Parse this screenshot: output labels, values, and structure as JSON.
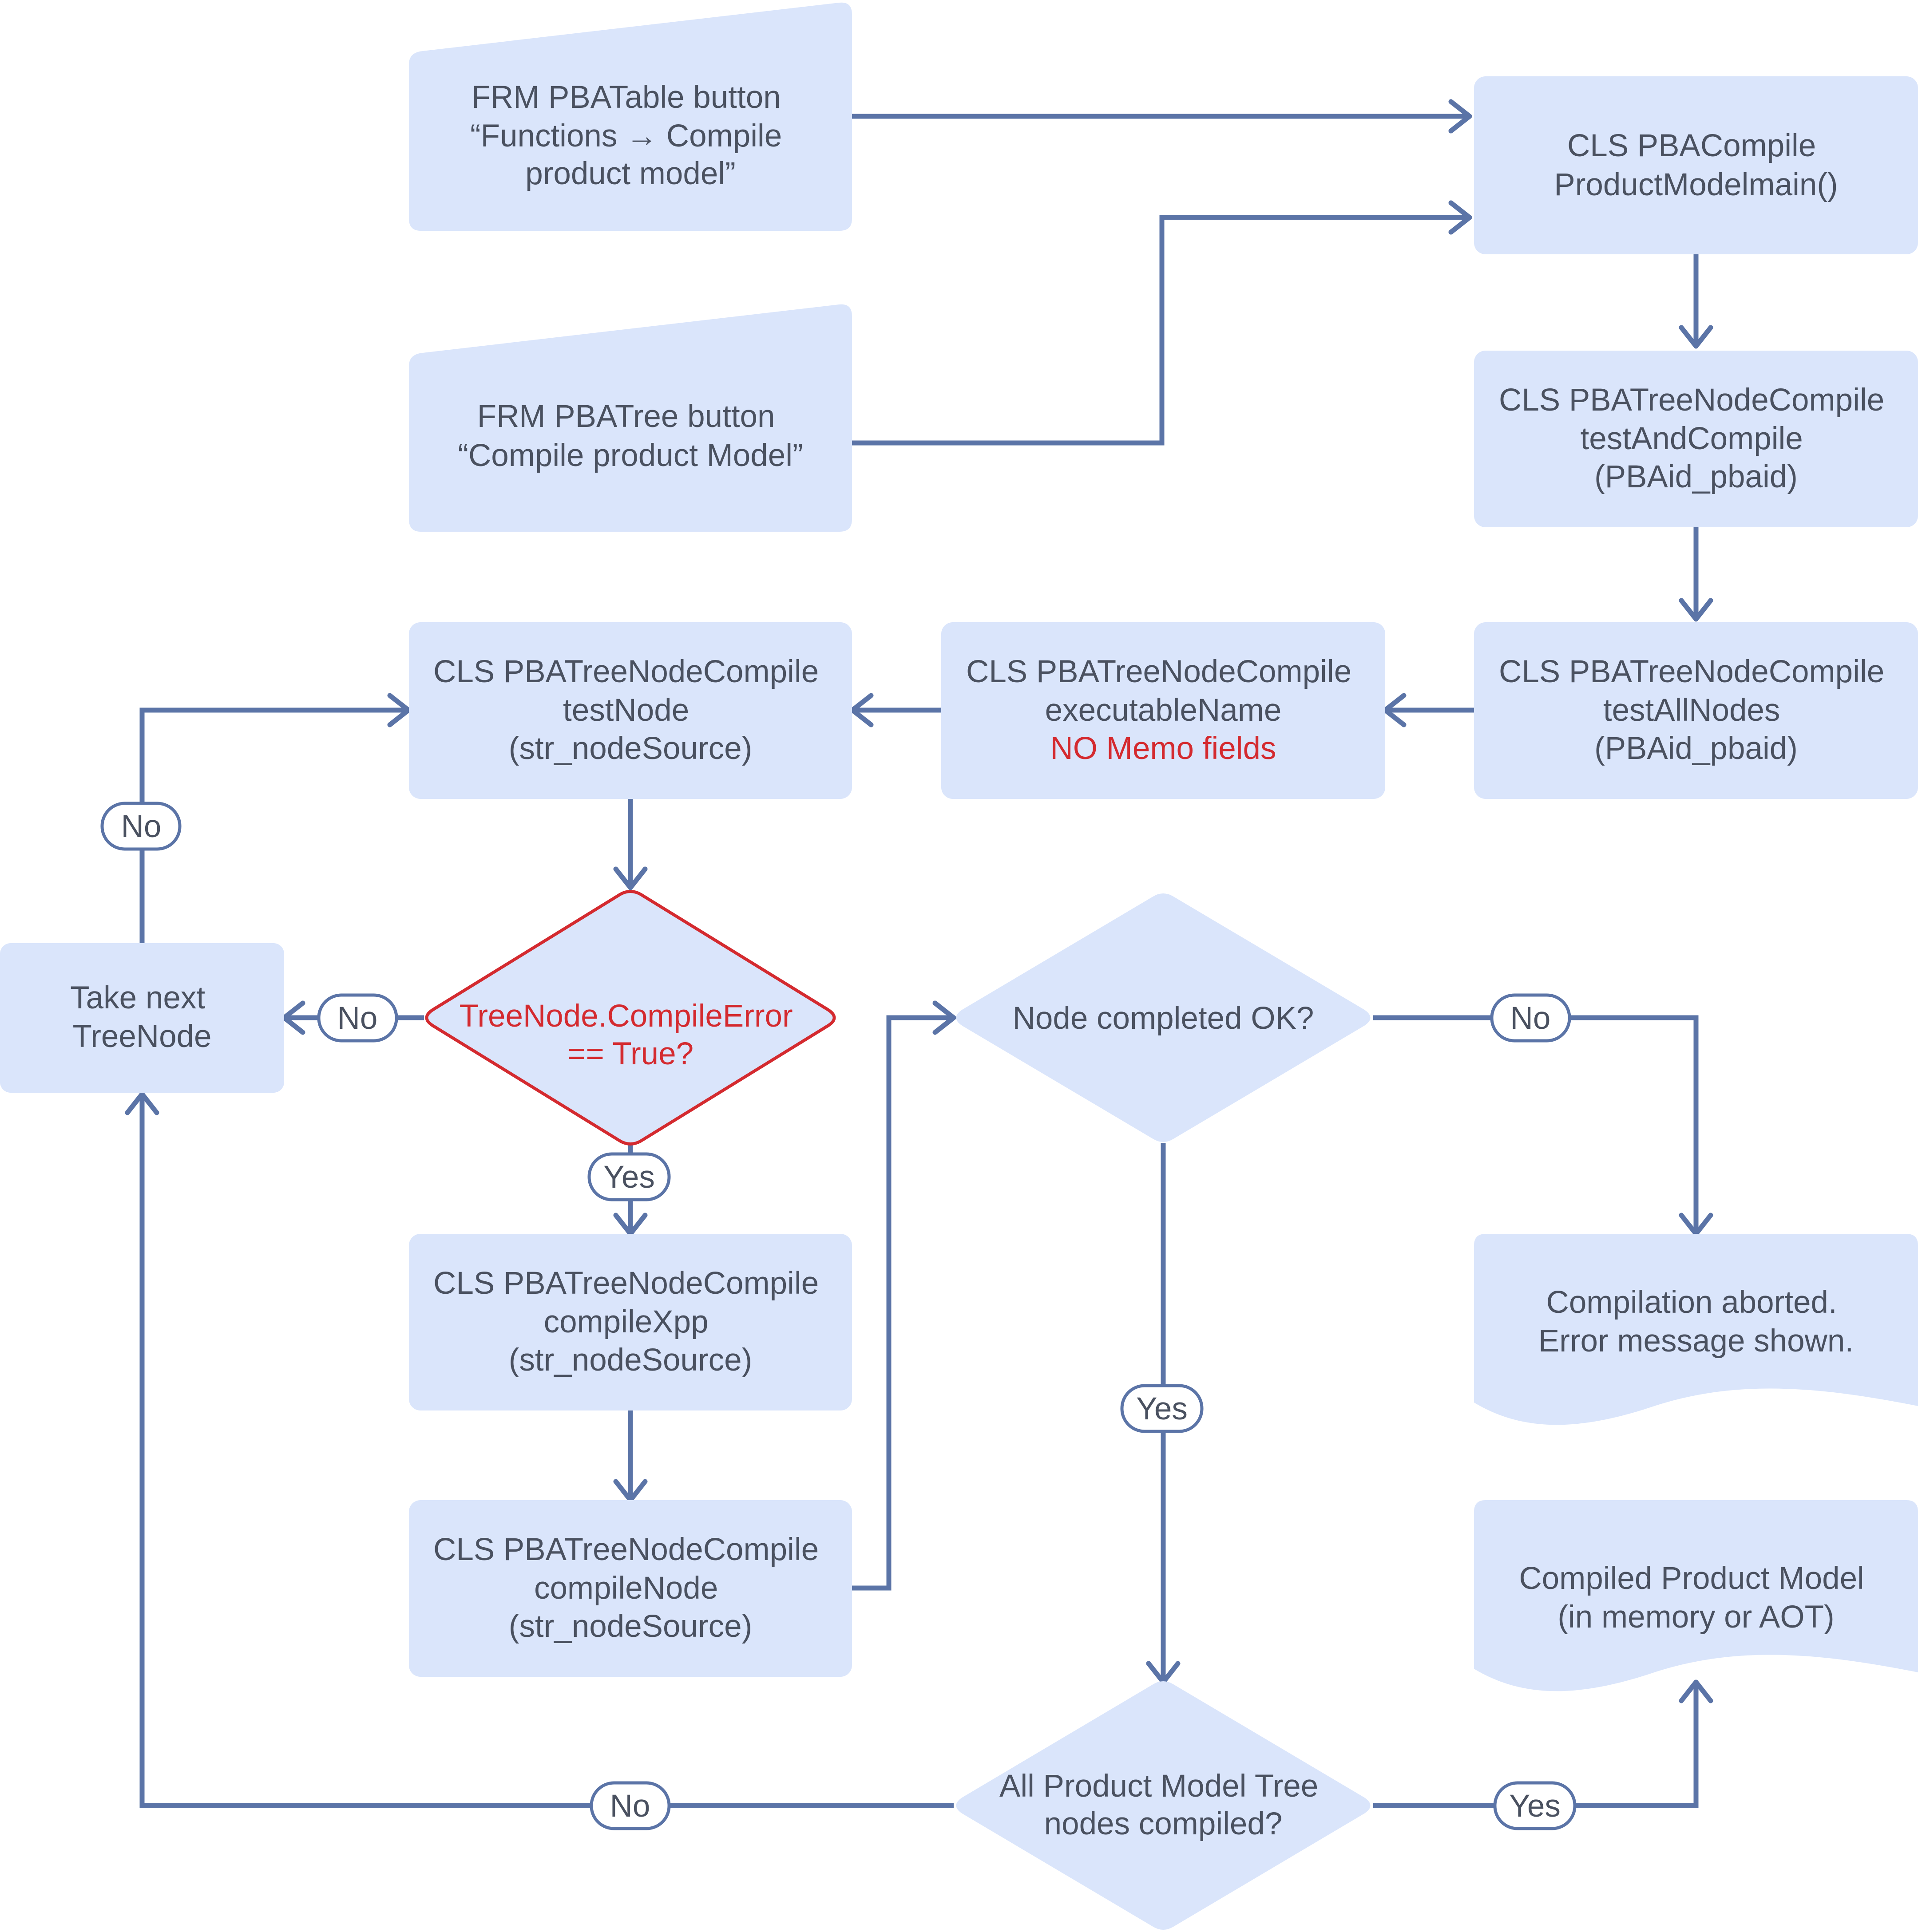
{
  "colors": {
    "shape_fill": "#dae5fb",
    "connector": "#5b74a7",
    "text": "#4a5160",
    "alert": "#d42a2f"
  },
  "nodes": {
    "frm_pbatable": {
      "lines": [
        "FRM PBATable button",
        "“Functions → Compile",
        "product model”"
      ]
    },
    "frm_pbatree": {
      "lines": [
        "FRM PBATree button",
        "“Compile product Model”"
      ]
    },
    "cls_main": {
      "lines": [
        "CLS PBACompile",
        "ProductModelmain()"
      ]
    },
    "cls_test_and_compile": {
      "lines": [
        "CLS PBATreeNodeCompile",
        "testAndCompile",
        "(PBAid_pbaid)"
      ]
    },
    "cls_test_all_nodes": {
      "lines": [
        "CLS PBATreeNodeCompile",
        "testAllNodes",
        "(PBAid_pbaid)"
      ]
    },
    "cls_executable_name": {
      "lines": [
        "CLS PBATreeNodeCompile",
        "executableName"
      ],
      "warning": "NO Memo fields"
    },
    "cls_test_node": {
      "lines": [
        "CLS PBATreeNodeCompile",
        "testNode",
        "(str_nodeSource)"
      ]
    },
    "take_next": {
      "lines": [
        "Take next",
        "TreeNode"
      ]
    },
    "decision_compile_error": {
      "lines": [
        "TreeNode.CompileError",
        "== True?"
      ]
    },
    "cls_compile_xpp": {
      "lines": [
        "CLS PBATreeNodeCompile",
        "compileXpp",
        "(str_nodeSource)"
      ]
    },
    "cls_compile_node": {
      "lines": [
        "CLS PBATreeNodeCompile",
        "compileNode",
        "(str_nodeSource)"
      ]
    },
    "decision_node_ok": {
      "lines": [
        "Node completed OK?"
      ]
    },
    "decision_all_compiled": {
      "lines": [
        "All Product Model Tree",
        "nodes compiled?"
      ]
    },
    "doc_aborted": {
      "lines": [
        "Compilation aborted.",
        "Error message shown."
      ]
    },
    "doc_compiled": {
      "lines": [
        "Compiled Product Model",
        "(in memory or AOT)"
      ]
    }
  },
  "edge_labels": {
    "no_loop": "No",
    "no_compile_error": "No",
    "yes_compile_error": "Yes",
    "no_node_ok": "No",
    "yes_node_ok": "Yes",
    "no_all_compiled": "No",
    "yes_all_compiled": "Yes"
  }
}
